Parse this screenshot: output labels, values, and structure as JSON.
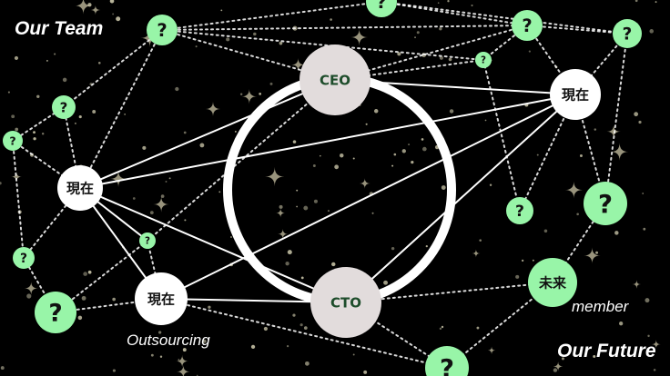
{
  "labels": {
    "our_team": "Our Team",
    "outsourcing": "Outsourcing",
    "member": "member",
    "our_future": "Our Future"
  },
  "nodes": {
    "ceo": "CEO",
    "cto": "CTO",
    "current": "現在",
    "future": "未来",
    "unknown": "?"
  },
  "colors": {
    "background": "#000000",
    "executive_fill": "#e2dcdc",
    "executive_text": "#1e4d2b",
    "current_fill": "#ffffff",
    "future_fill": "#98f5a8",
    "line": "#ffffff"
  }
}
